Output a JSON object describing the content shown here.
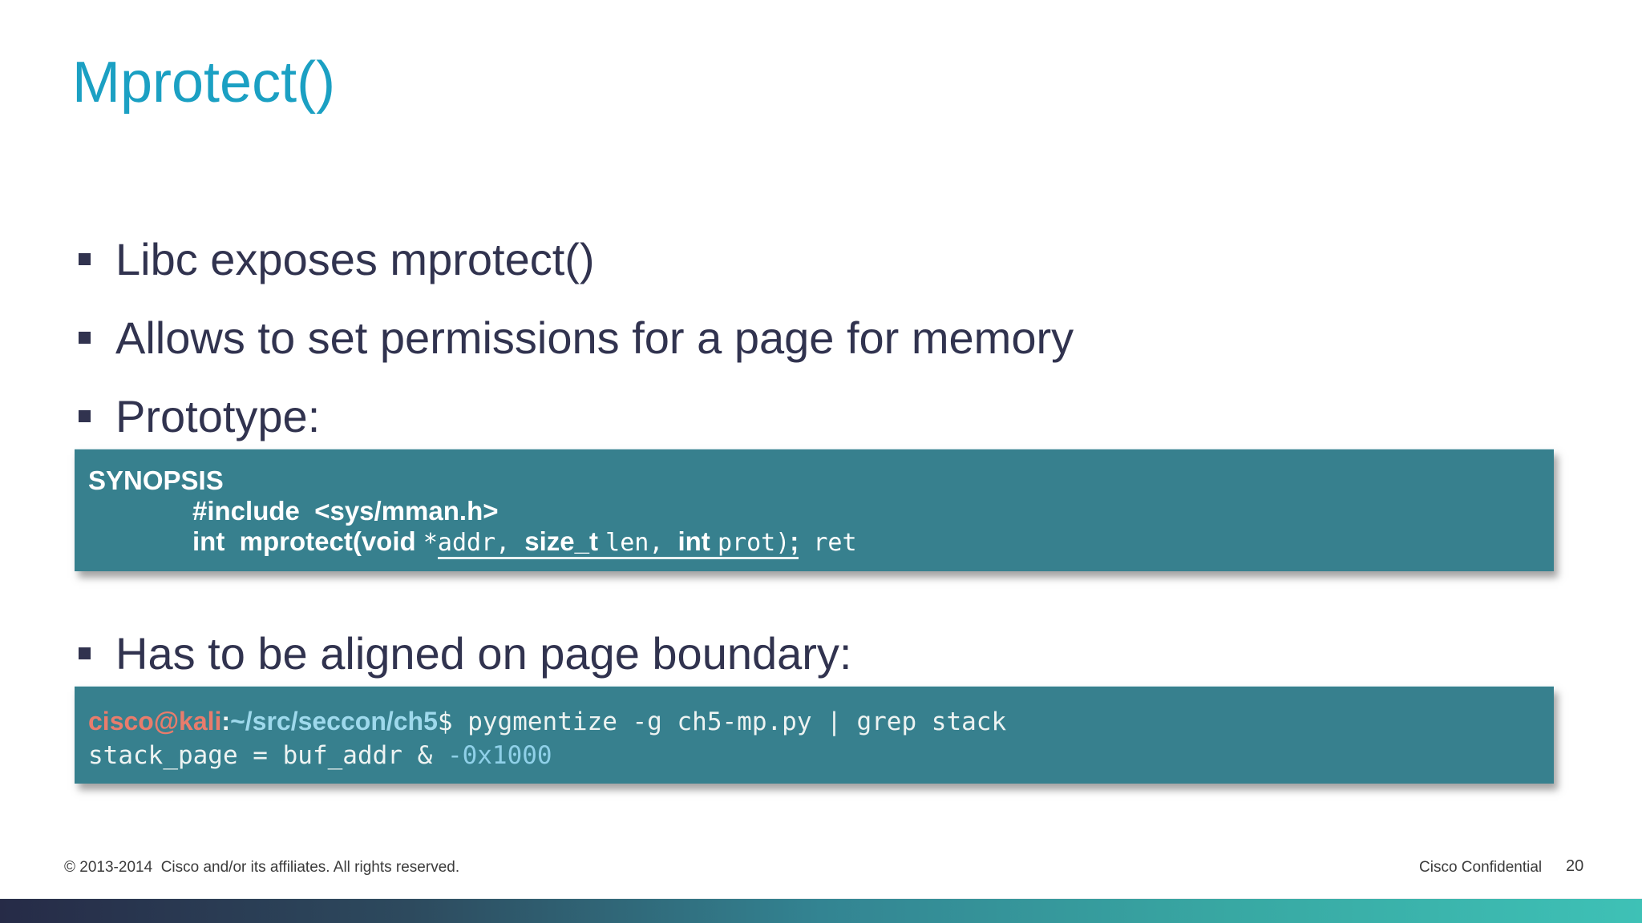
{
  "slide": {
    "title": "Mprotect()",
    "bullets": [
      "Libc exposes mprotect()",
      "Allows to set permissions for a page for memory",
      "Prototype:",
      "Has to be aligned on page boundary:"
    ]
  },
  "synopsis": {
    "header": "SYNOPSIS",
    "include_line": "#include  <sys/mman.h>",
    "proto_lead_bold": "int  mprotect(void ",
    "proto_star": "*",
    "proto_underlined": [
      {
        "text": "addr, ",
        "style": "mono"
      },
      {
        "text": "size_t ",
        "style": "bold"
      },
      {
        "text": "len, ",
        "style": "mono"
      },
      {
        "text": "int ",
        "style": "bold"
      },
      {
        "text": "prot)",
        "style": "mono"
      },
      {
        "text": ";",
        "style": "bold"
      }
    ],
    "proto_tail": " ret"
  },
  "terminal": {
    "prompt_user": "cisco@kali",
    "prompt_separator": ":",
    "prompt_path": "~/src/seccon/ch5",
    "prompt_dollar": "$ ",
    "command": "pygmentize -g ch5-mp.py | grep stack",
    "output_text": "stack_page = buf_addr & ",
    "output_number": "-0x1000"
  },
  "footer": {
    "copyright": "© 2013-2014  Cisco and/or its affiliates. All rights reserved.",
    "confidential": "Cisco Confidential",
    "page_number": "20"
  },
  "colors": {
    "title_teal": "#1BA0C3",
    "body_text_navy": "#31334F",
    "code_block_teal": "#37808E",
    "terminal_user_salmon": "#E87C6C",
    "terminal_path_blue": "#9ED9EC",
    "terminal_number_blue": "#8FD0E8",
    "bottom_bar_gradient_start": "#262B47",
    "bottom_bar_gradient_end": "#3EC1B6"
  }
}
